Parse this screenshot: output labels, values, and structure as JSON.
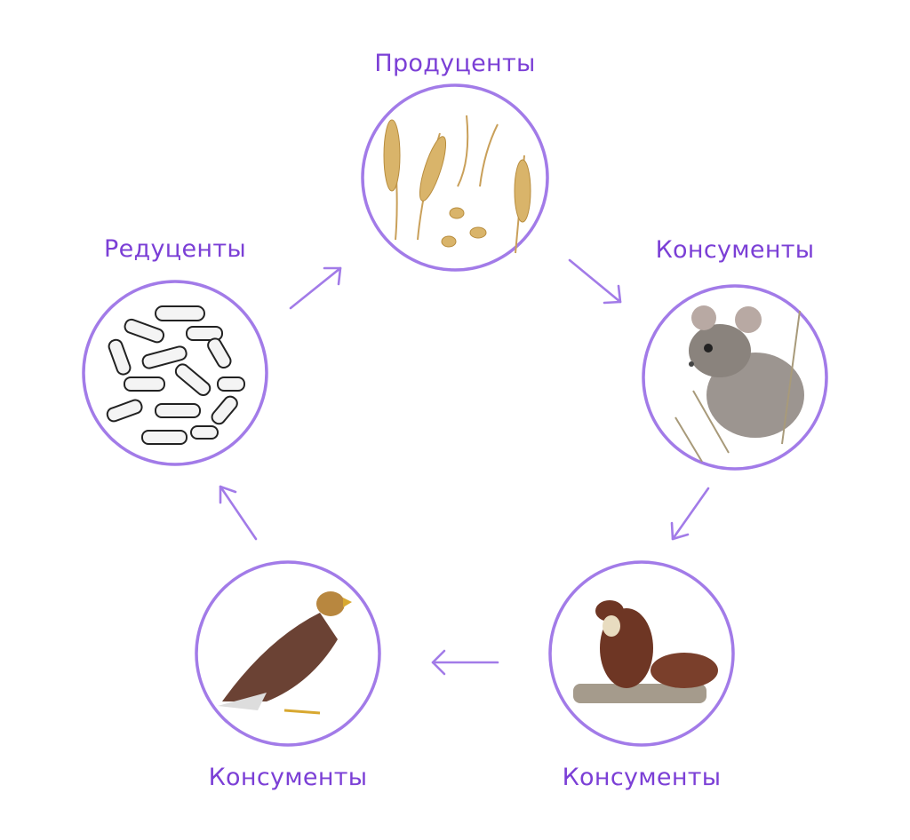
{
  "colors": {
    "text": "#7b3fd6",
    "circle": "#a27be8",
    "arrow": "#a27be8"
  },
  "nodes": [
    {
      "label": "Продуценты",
      "icon": "wheat-icon"
    },
    {
      "label": "Консументы",
      "icon": "mouse-icon"
    },
    {
      "label": "Консументы",
      "icon": "marten-icon"
    },
    {
      "label": "Консументы",
      "icon": "eagle-icon"
    },
    {
      "label": "Редуценты",
      "icon": "bacteria-icon"
    }
  ]
}
